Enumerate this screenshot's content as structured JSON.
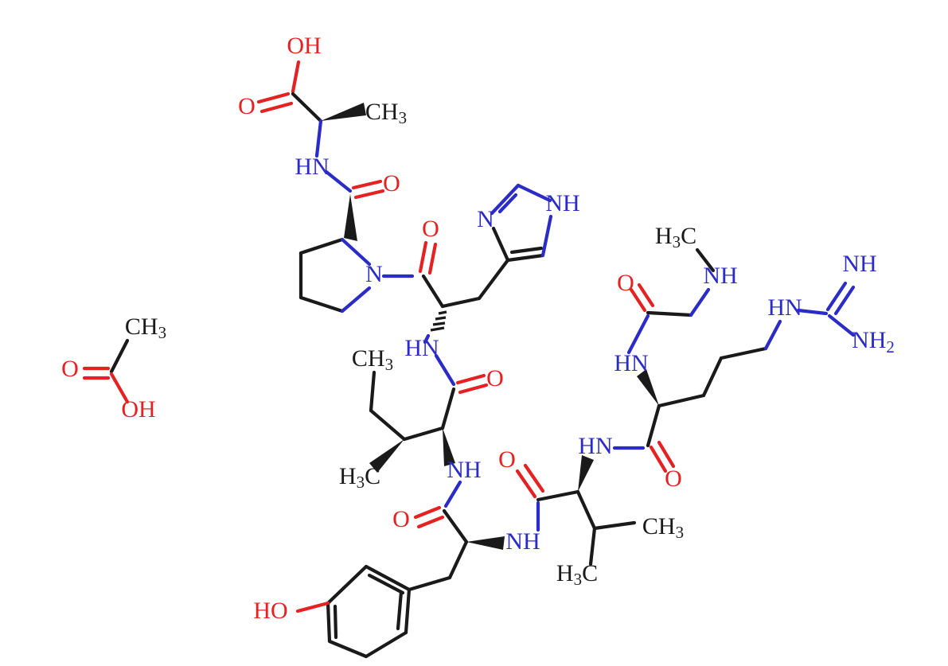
{
  "document": {
    "kind": "chemical-structure-diagram",
    "title": "Peptide structure with acetic acid",
    "background_color": "#ffffff",
    "colors": {
      "carbon": "#1a1a1a",
      "nitrogen": "#2b2bc8",
      "oxygen": "#e52222"
    }
  },
  "labels": {
    "alanine_oh": "OH",
    "alanine_carbonyl_o": "O",
    "alanine_ch3": "CH",
    "alanine_ch3_sub": "3",
    "alanine_nh": "HN",
    "proline_amide_o": "O",
    "proline_ring_n": "N",
    "histidine_carbonyl_o": "O",
    "histidine_ring_n": "N",
    "histidine_ring_nh": "NH",
    "histidine_nh": "HN",
    "isoleucine_ch3_top": "CH",
    "isoleucine_ch3_top_sub": "3",
    "isoleucine_h3c_bottom": "H",
    "isoleucine_h3c_bottom_sub": "3",
    "isoleucine_h3c_bottom_c": "C",
    "isoleucine_carbonyl_o": "O",
    "isoleucine_nh": "NH",
    "tyrosine_carbonyl_o": "O",
    "tyrosine_ho": "HO",
    "tyrosine_nh": "NH",
    "valine_carbonyl_o": "O",
    "valine_nh": "HN",
    "valine_ch3": "CH",
    "valine_ch3_sub": "3",
    "valine_h3c": "H",
    "valine_h3c_sub": "3",
    "valine_h3c_c": "C",
    "arginine_carbonyl_o": "O",
    "arginine_nh": "HN",
    "arginine_side_hn": "HN",
    "guanidine_nh_double": "NH",
    "guanidine_nh2": "NH",
    "guanidine_nh2_sub": "2",
    "sarcosine_carbonyl_o": "O",
    "sarcosine_nh": "NH",
    "sarcosine_h3c": "H",
    "sarcosine_h3c_sub": "3",
    "sarcosine_h3c_c": "C",
    "acetic_ch3": "CH",
    "acetic_ch3_sub": "3",
    "acetic_o_double": "O",
    "acetic_oh": "OH"
  },
  "molecules": [
    {
      "name": "peptide",
      "residues": [
        "Alanine",
        "Proline",
        "Histidine",
        "Isoleucine",
        "Tyrosine",
        "Valine",
        "Arginine",
        "Sarcosine"
      ]
    },
    {
      "name": "acetic-acid",
      "formula_labels": [
        "CH3",
        "O",
        "OH"
      ]
    }
  ]
}
